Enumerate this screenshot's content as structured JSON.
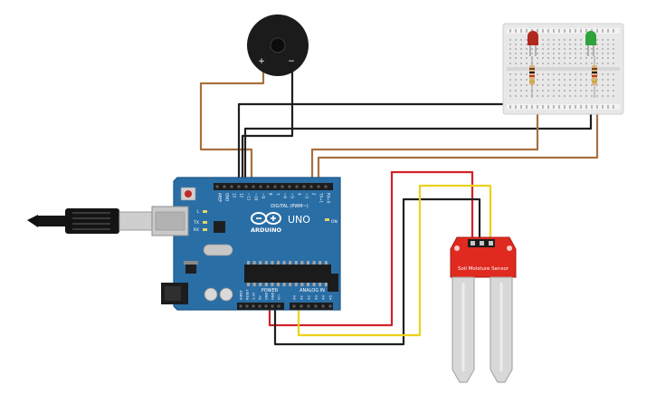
{
  "arduino": {
    "brand": "ARDUINO",
    "model": "UNO",
    "digital_header": "DIGITAL (PWM~)",
    "power_header": "POWER",
    "analog_header": "ANALOG IN",
    "led_labels": [
      "L",
      "TX",
      "RX"
    ],
    "on_label": "ON",
    "digital_pins": [
      "AREF",
      "GND",
      "13",
      "12",
      "~11",
      "~10",
      "~9",
      "8",
      "7",
      "~6",
      "~5",
      "4",
      "~3",
      "2",
      "TX→1",
      "RX←0"
    ],
    "power_pins": [
      "IOREF",
      "RESET",
      "3.3V",
      "5V",
      "GND",
      "GND",
      "Vin"
    ],
    "analog_pins": [
      "A0",
      "A1",
      "A2",
      "A3",
      "A4",
      "A5"
    ]
  },
  "sensor": {
    "label": "Soil Moisture Sensor"
  },
  "buzzer": {
    "plus": "+",
    "minus": "−"
  },
  "colors": {
    "board": "#2a6ea6",
    "board_edge": "#1d5585",
    "wire_brown": "#a8703f",
    "wire_black": "#1f1f1f",
    "wire_red": "#d0222a",
    "wire_yellow": "#ecd21a",
    "sensor_red": "#e02a20",
    "led_red": "#b1281f",
    "led_green": "#2ea33c",
    "breadboard": "#e8e8e8"
  }
}
